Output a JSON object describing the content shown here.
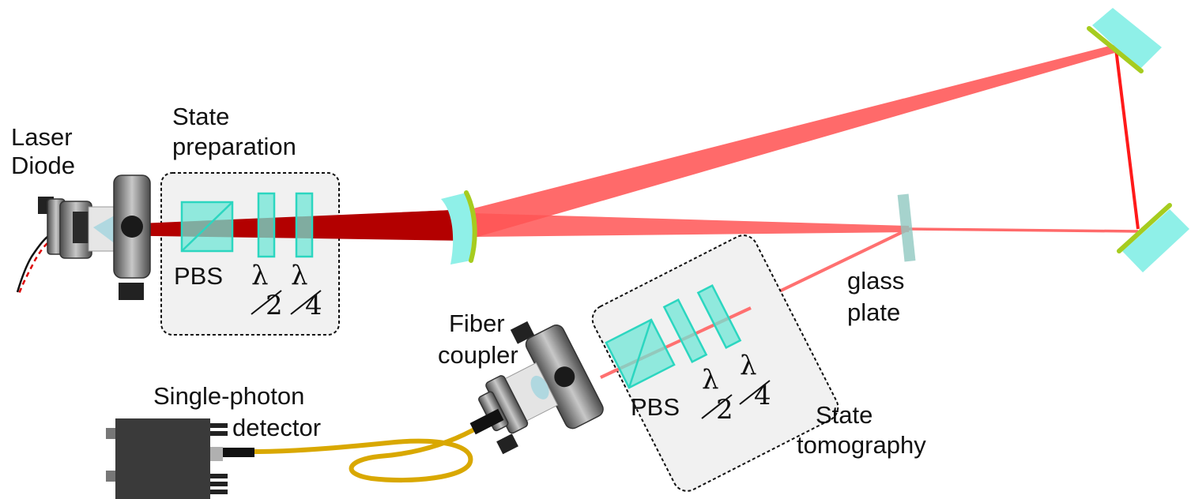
{
  "labels": {
    "laser_diode": [
      "Laser",
      "Diode"
    ],
    "state_preparation": [
      "State",
      "preparation"
    ],
    "pbs_prep": "PBS",
    "pbs_tomo": "PBS",
    "lambda_symbol": "λ",
    "half_denominator": "2",
    "quarter_denominator": "4",
    "glass_plate": [
      "glass",
      "plate"
    ],
    "fiber_coupler": [
      "Fiber",
      "coupler"
    ],
    "single_photon_detector": [
      "Single-photon",
      "detector"
    ],
    "state_tomography": [
      "State",
      "tomography"
    ]
  },
  "colors": {
    "beam_dark": "#b30000",
    "beam_bright": "#ff2a2a",
    "beam_light": "#ff7070",
    "fiber": "#d9a800",
    "optic_fill": "#6fe6d6",
    "mirror_coating": "#a6cc1f"
  },
  "icons": [
    "laser-diode-mount-icon",
    "kinematic-mount-icon",
    "fiber-coupler-icon",
    "detector-box-icon"
  ]
}
